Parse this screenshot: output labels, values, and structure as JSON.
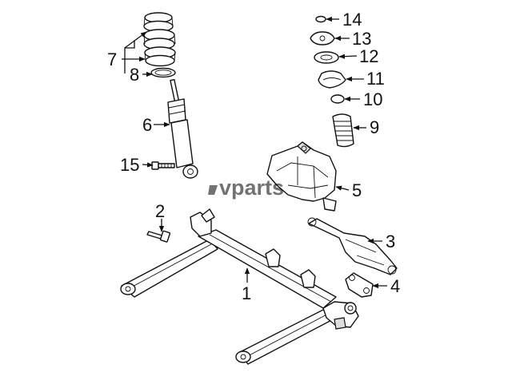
{
  "callouts": {
    "c1": "1",
    "c2": "2",
    "c3": "3",
    "c4": "4",
    "c5": "5",
    "c6": "6",
    "c7": "7",
    "c8": "8",
    "c9": "9",
    "c10": "10",
    "c11": "11",
    "c12": "12",
    "c13": "13",
    "c14": "14",
    "c15": "15"
  },
  "watermark": {
    "text": "vparts"
  },
  "colors": {
    "line": "#111111",
    "background": "#ffffff",
    "watermark": "#000000"
  }
}
